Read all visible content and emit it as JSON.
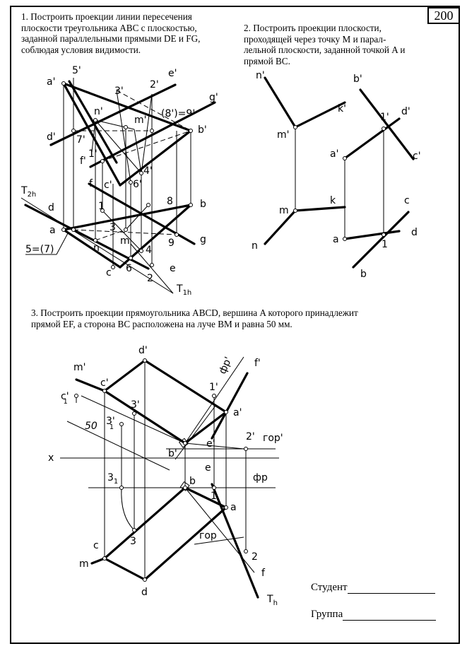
{
  "page_number": "200",
  "task1": {
    "text_lines": [
      "1. Построить проекции линии пересечения",
      "плоскости треугольника ABC с плоскостью,",
      "заданной параллельными прямыми DE и FG,",
      "соблюдая условия видимости."
    ],
    "labels": {
      "a1": "a'",
      "n5": "5'",
      "d1": "d'",
      "n3": "3'",
      "n2": "2'",
      "e1": "e'",
      "g1": "g'",
      "n1s": "n'",
      "m1": "m'",
      "n7": "7'",
      "eq": "(8')=9'",
      "b1": "b'",
      "f1": "f'",
      "p1": "1'",
      "c1": "c'",
      "n6": "6'",
      "n4": "4'",
      "t2h": "T",
      "t2h_sub": "2h",
      "d": "d",
      "f": "f",
      "one": "1",
      "eight": "8",
      "b": "b",
      "a": "a",
      "three": "3",
      "g": "g",
      "n": "n",
      "m": "m",
      "nine": "9",
      "four": "4",
      "five": "5=(7)",
      "c": "c",
      "six": "6",
      "two": "2",
      "e": "e",
      "t1h": "T",
      "t1h_sub": "1h"
    }
  },
  "task2": {
    "text_lines": [
      "2. Построить проекции плоскости,",
      "проходящей через точку M и парал-",
      "лельной плоскости, заданной точкой A и",
      "прямой BC."
    ],
    "labels": {
      "n1": "n'",
      "k1": "k'",
      "m1": "m'",
      "m": "m",
      "k": "k",
      "n": "n",
      "b1": "b'",
      "one1": "1'",
      "d1": "d'",
      "a1": "a'",
      "c1": "c'",
      "c": "c",
      "a": "a",
      "one": "1",
      "d": "d",
      "b": "b"
    }
  },
  "task3": {
    "text_lines": [
      "3. Построить проекции прямоугольника ABCD, вершина A которого  принадлежит",
      "прямой EF, а сторона BC расположена на луче BM и равна 50 мм."
    ],
    "labels": {
      "d1": "d'",
      "m1": "m'",
      "c1": "c'",
      "c1_1": "c'",
      "c1_1sub": "1",
      "fp1": "фр'",
      "f1": "f'",
      "one1": "1'",
      "a1": "a'",
      "three1": "3'",
      "fifty": "50",
      "three1_1": "3'",
      "three1_1sub": "1",
      "e1": "e'",
      "two1": "2'",
      "gor1": "гор'",
      "x": "x",
      "b1": "b'",
      "e": "e",
      "three_1": "3",
      "three_1sub": "1",
      "b": "b",
      "fp": "фр",
      "one": "1",
      "a": "a",
      "three": "3",
      "gor": "гор",
      "c": "c",
      "m": "m",
      "two": "2",
      "f": "f",
      "d": "d",
      "th": "T",
      "th_sub": "h"
    }
  },
  "signature": {
    "student": "Студент",
    "group": "Группа"
  }
}
